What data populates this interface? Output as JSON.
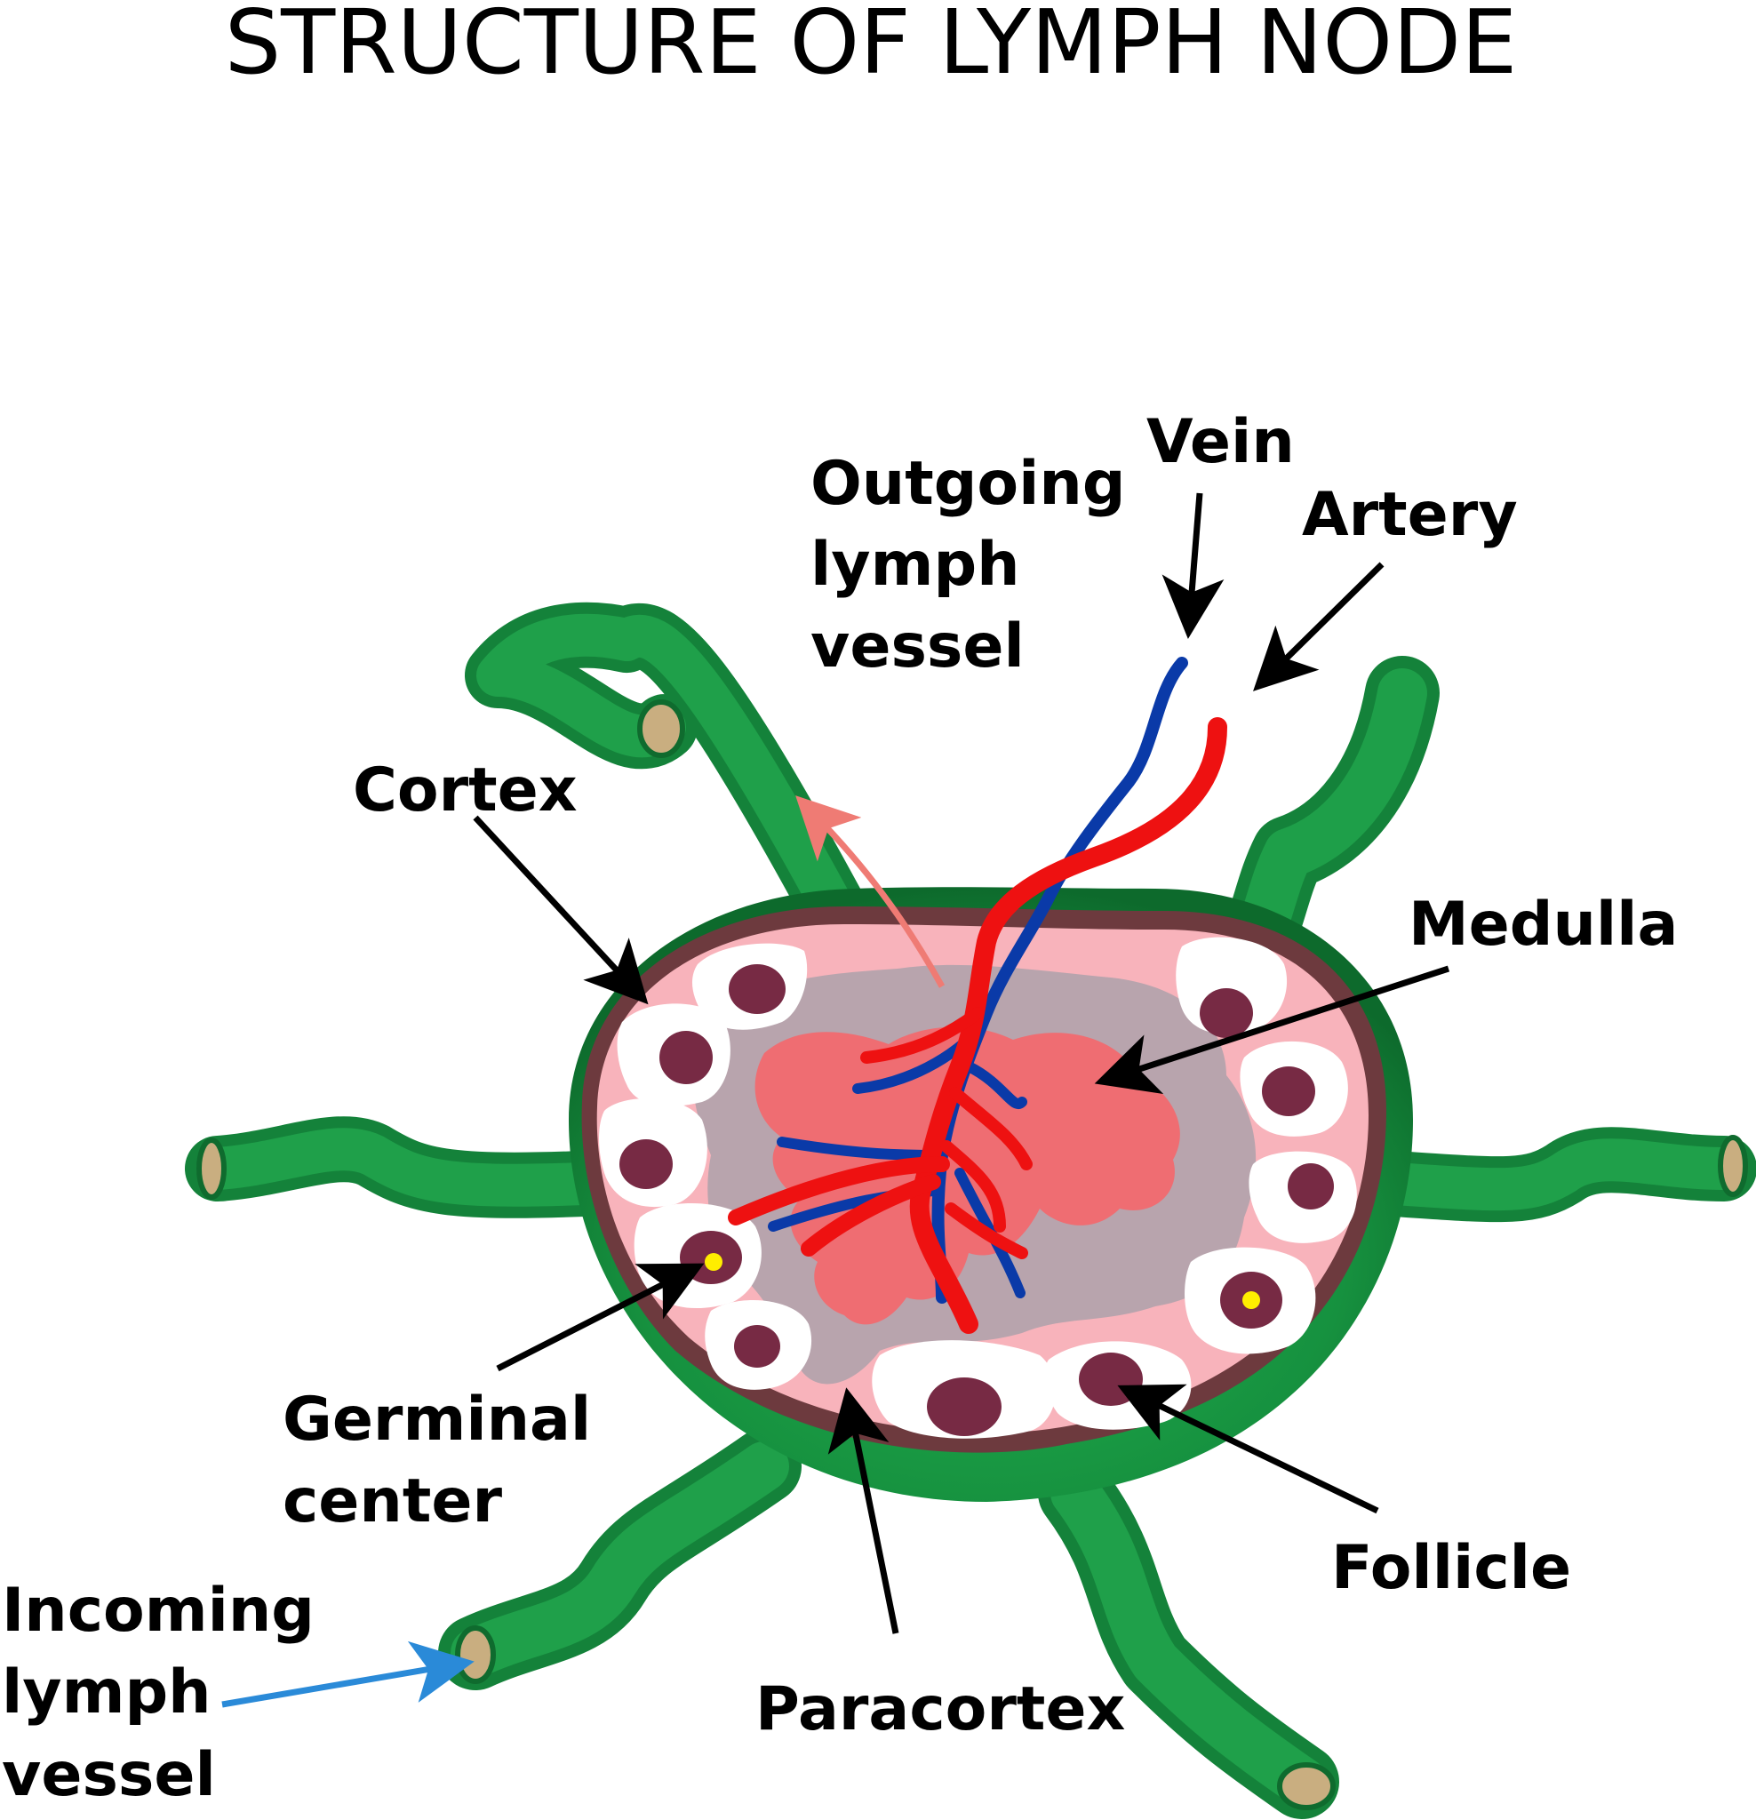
{
  "title": "STRUCTURE OF LYMPH NODE",
  "labels": {
    "vein": "Vein",
    "artery": "Artery",
    "outgoing_line1": "Outgoing",
    "outgoing_line2": "lymph",
    "outgoing_line3": "vessel",
    "cortex": "Cortex",
    "medulla": "Medulla",
    "germinal_line1": "Germinal",
    "germinal_line2": "center",
    "follicle": "Follicle",
    "paracortex": "Paracortex",
    "incoming_line1": "Incoming",
    "incoming_line2": "lymph",
    "incoming_line3": "vessel"
  },
  "colors": {
    "capsule_green": "#1d9a45",
    "capsule_dark_green": "#0f6b2e",
    "vessel_end": "#c9ae80",
    "capsule_brown": "#6d3a3e",
    "cortex_pink": "#f8b3bb",
    "paracortex_gray": "#b8a4ad",
    "medulla_red": "#ef6d72",
    "follicle_white": "#ffffff",
    "nucleus": "#772a44",
    "germinal_yellow": "#ffee00",
    "vein_blue": "#0a3aa8",
    "artery_red": "#ee1111",
    "efferent_arrow": "#ef7b74",
    "afferent_arrow": "#2a8ad8",
    "pointer_black": "#000000"
  }
}
